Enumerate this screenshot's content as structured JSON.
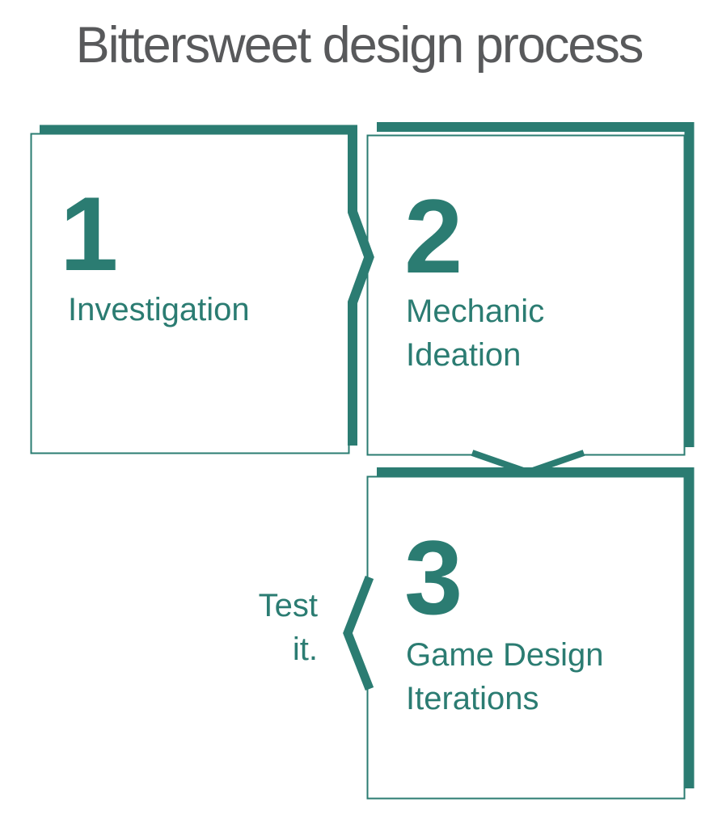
{
  "title": "Bittersweet design process",
  "colors": {
    "accent": "#2b7c72",
    "title": "#58595b",
    "background": "#ffffff"
  },
  "steps": [
    {
      "number": "1",
      "label": "Investigation"
    },
    {
      "number": "2",
      "label": "Mechanic\nIdeation"
    },
    {
      "number": "3",
      "label": "Game Design\nIterations"
    }
  ],
  "annotation": {
    "text": "Test\nit."
  }
}
